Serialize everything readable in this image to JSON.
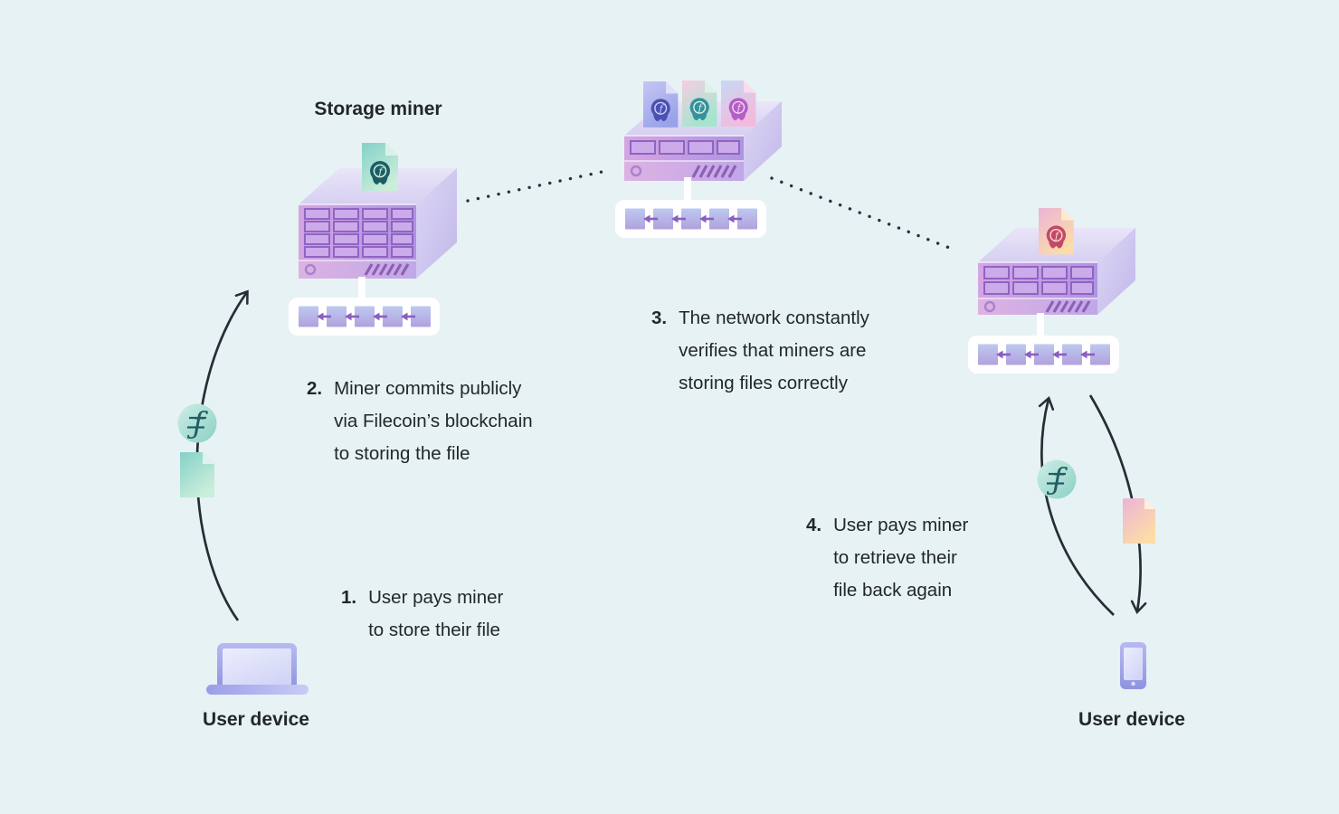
{
  "labels": {
    "storage_miner": "Storage miner",
    "user_device_left": "User device",
    "user_device_right": "User device"
  },
  "steps": [
    {
      "number": "1.",
      "lines": [
        "User pays miner",
        "to store their file"
      ]
    },
    {
      "number": "2.",
      "lines": [
        "Miner commits publicly",
        "via Filecoin’s blockchain",
        "to storing the file"
      ]
    },
    {
      "number": "3.",
      "lines": [
        "The network constantly",
        "verifies that miners are",
        "storing files correctly"
      ]
    },
    {
      "number": "4.",
      "lines": [
        "User pays miner",
        "to retrieve their",
        "file back again"
      ]
    }
  ],
  "symbols": {
    "filecoin": "ƒ",
    "chain_arrow": "←"
  },
  "icons": {
    "storage_server": "server-rack-icon",
    "verification_server": "server-rack-icon",
    "retrieval_server": "server-rack-icon",
    "blockchain_left": "blockchain-chain-icon",
    "blockchain_center": "blockchain-chain-icon",
    "blockchain_right": "blockchain-chain-icon",
    "sealed_file_teal": "sealed-file-icon",
    "sealed_files_center": "sealed-files-icon",
    "sealed_file_red": "sealed-file-icon",
    "filecoin_coin_left": "filecoin-coin-icon",
    "filecoin_coin_right": "filecoin-coin-icon",
    "file_upload": "file-icon",
    "file_download": "file-icon",
    "laptop": "laptop-icon",
    "smartphone": "smartphone-icon"
  },
  "colors": {
    "background": "#e7f2f4",
    "ink": "#21272a",
    "arrow_dark": "#272e33",
    "server_front_a": "#d5a5e2",
    "server_front_b": "#ad95e1",
    "slot_stroke": "#9163c3",
    "vent_stripe": "#8d5fb5",
    "chain_square_a": "#bdc9f0",
    "chain_square_b": "#b2a1dd",
    "chain_arrow": "#8a5fc0",
    "coin_teal_a": "#cdeee6",
    "coin_teal_b": "#8bd0c4",
    "coin_glyph": "#235d63",
    "doc_teal_seal": "#1d5c63",
    "doc_indigo_seal": "#4b50b4",
    "doc_mint_seal": "#35919b",
    "doc_violet_seal": "#b45ec6",
    "doc_red_seal": "#c2486b",
    "device_purple": "#9a9ee6"
  }
}
